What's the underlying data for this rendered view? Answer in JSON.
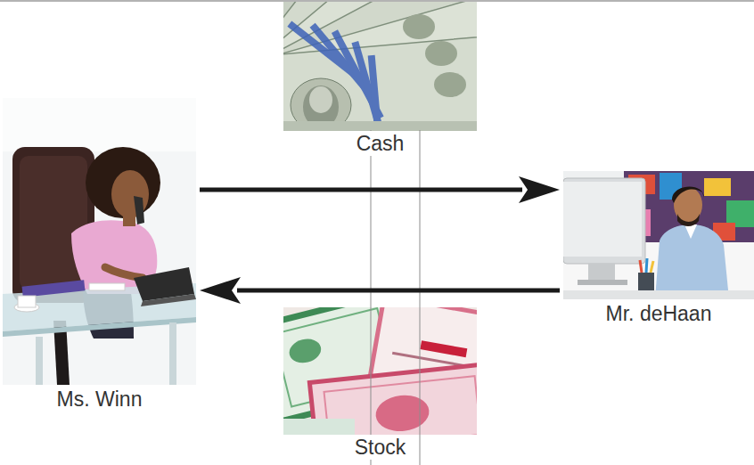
{
  "diagram": {
    "nodes": [
      {
        "text": [
          "Cash"
        ]
      },
      {
        "text": [
          "Ms. Winn"
        ]
      },
      {
        "text": [
          "Mr. deHaan"
        ]
      },
      {
        "text": [
          "Stock"
        ]
      }
    ],
    "edges": [
      {
        "from": 1,
        "to": 2,
        "arrow": "to"
      },
      {
        "from": 2,
        "to": 1,
        "arrow": "to"
      }
    ]
  }
}
